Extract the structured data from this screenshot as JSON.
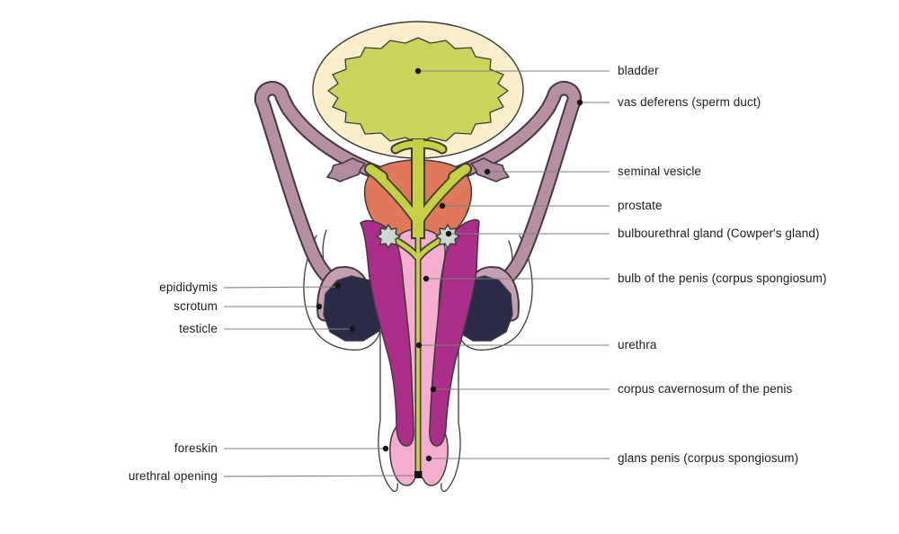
{
  "labels": {
    "right": [
      {
        "text": "bladder"
      },
      {
        "text": "vas deferens (sperm duct)"
      },
      {
        "text": "seminal vesicle"
      },
      {
        "text": "prostate"
      },
      {
        "text": "bulbourethral gland (Cowper's gland)"
      },
      {
        "text": "bulb of the penis (corpus spongiosum)"
      },
      {
        "text": "urethra"
      },
      {
        "text": "corpus cavernosum of the penis"
      },
      {
        "text": "glans penis (corpus spongiosum)"
      }
    ],
    "left": [
      {
        "text": "epididymis"
      },
      {
        "text": "scrotum"
      },
      {
        "text": "testicle"
      },
      {
        "text": "foreskin"
      },
      {
        "text": "urethral opening"
      }
    ]
  },
  "colors": {
    "background": "#ffffff",
    "bladder_wall": "#faeecb",
    "bladder_interior": "#cbd35b",
    "urethra": "#c5d044",
    "vas_deferens": "#b78fa3",
    "epididymis": "#c59fb1",
    "testicle": "#2b2a4b",
    "seminal_vesicle": "#b18ca0",
    "prostate": "#e0795c",
    "corpus_cavernosum": "#ab2e8b",
    "corpus_spongiosum": "#f6aed0",
    "bulbourethral_gland": "#ccd8d2",
    "organ_outline": "#3b3b3b",
    "tube_outline": "#443741",
    "leader_line": "#7d7d7d",
    "leader_dot": "#151515",
    "label_text": "#1d1d1d"
  }
}
